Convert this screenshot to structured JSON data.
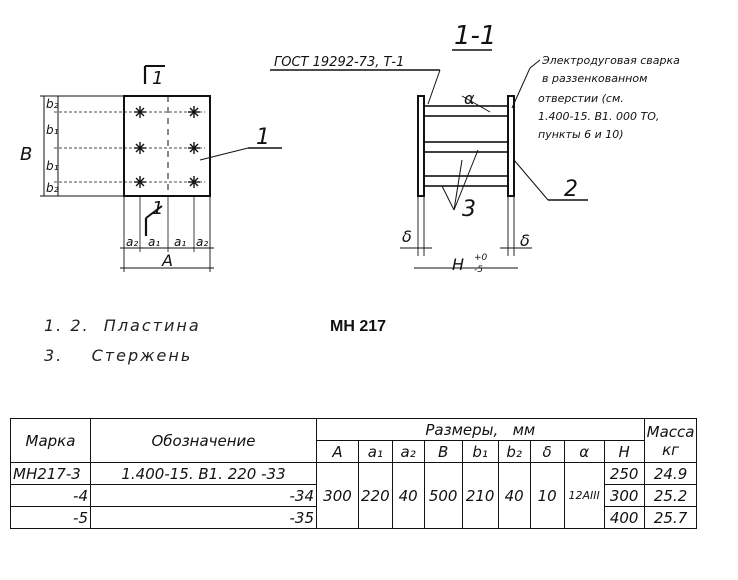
{
  "section_label": "1-1",
  "gost_note": "ГОСТ 19292-73, Т-1",
  "weld_note": [
    "Электродуговая сварка",
    "в раззенкованном",
    "отверстии (см.",
    "1.400-15. В1. 000 ТО,",
    "пункты 6 и 10)"
  ],
  "view_marker": "1",
  "dims_left": {
    "B": "B",
    "b2_top": "b₂",
    "b1_a": "b₁",
    "b1_b": "b₁",
    "b2_bot": "b₂",
    "a2_l": "a₂",
    "a1_l": "a₁",
    "a1_r": "a₁",
    "a2_r": "a₂",
    "A": "A",
    "part1": "1"
  },
  "dims_right": {
    "alpha": "α",
    "delta_l": "δ",
    "delta_r": "δ",
    "H": "H",
    "tol_top": "+0",
    "tol_bot": "-5",
    "part2": "2",
    "part3": "3"
  },
  "legend": [
    {
      "num": "1. 2.",
      "text": "Пластина"
    },
    {
      "num": "3.",
      "text": "Стержень"
    }
  ],
  "drawing_code": "МН 217",
  "table": {
    "headers": {
      "mark": "Марка",
      "designation": "Обозначение",
      "sizes": "Размеры,",
      "unit": "мм",
      "mass": "Масса",
      "mass_unit": "кг"
    },
    "cols": [
      "A",
      "a₁",
      "a₂",
      "B",
      "b₁",
      "b₂",
      "δ",
      "α",
      "H"
    ],
    "rows": [
      {
        "mark": "МН217-3",
        "designation": "1.400-15. В1. 220 -33",
        "H": "250",
        "mass": "24.9"
      },
      {
        "mark": "-4",
        "designation": "-34",
        "H": "300",
        "mass": "25.2"
      },
      {
        "mark": "-5",
        "designation": "-35",
        "H": "400",
        "mass": "25.7"
      }
    ],
    "shared": {
      "A": "300",
      "a1": "220",
      "a2": "40",
      "B": "500",
      "b1": "210",
      "b2": "40",
      "delta": "10",
      "alpha": "12AIII"
    }
  }
}
